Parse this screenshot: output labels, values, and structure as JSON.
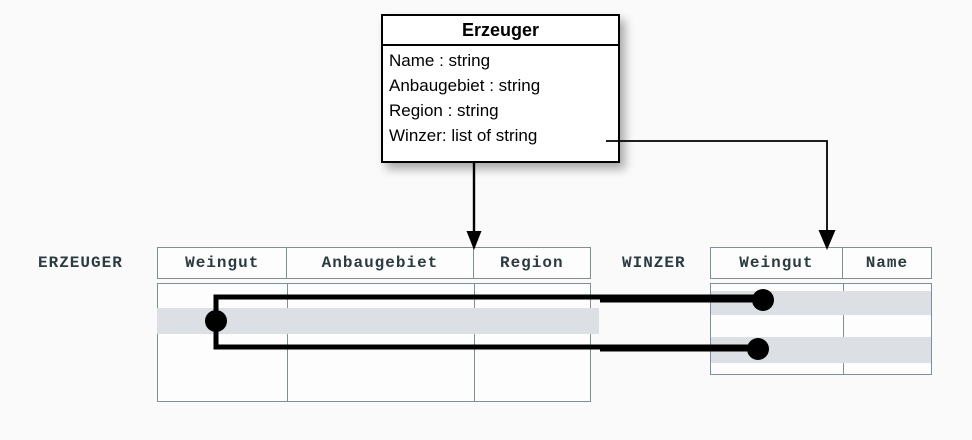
{
  "diagram": {
    "background_color": "#fafafa",
    "line_color": "#000000",
    "table_border_color": "#7d9095",
    "highlight_color": "#dcdfe3",
    "label_color": "#2b3b40"
  },
  "uml_class": {
    "name": "Erzeuger",
    "attributes": [
      "Name : string",
      "Anbaugebiet : string",
      "Region : string",
      "Winzer: list of string"
    ]
  },
  "tables": [
    {
      "label": "ERZEUGER",
      "columns": [
        "Weingut",
        "Anbaugebiet",
        "Region"
      ],
      "body_rows": 4,
      "highlighted_rows": [
        2
      ]
    },
    {
      "label": "WINZER",
      "columns": [
        "Weingut",
        "Name"
      ],
      "body_rows": 3,
      "highlighted_rows": [
        1,
        3
      ]
    }
  ],
  "connectors": [
    {
      "name": "erzeuger-mapping-arrow",
      "from": "Erzeuger class box",
      "to": "ERZEUGER table",
      "style": "arrow"
    },
    {
      "name": "winzer-mapping-arrow",
      "from": "Winzer: list of string attribute",
      "to": "WINZER table Weingut column",
      "style": "elbow-arrow"
    },
    {
      "name": "foreign-key-link-upper",
      "from": "ERZEUGER row 2 Weingut",
      "to": "WINZER row 1 Weingut",
      "style": "bracket-line-with-dots"
    },
    {
      "name": "foreign-key-link-lower",
      "from": "ERZEUGER row 2 Weingut",
      "to": "WINZER row 3 Weingut",
      "style": "bracket-line-with-dots"
    }
  ]
}
